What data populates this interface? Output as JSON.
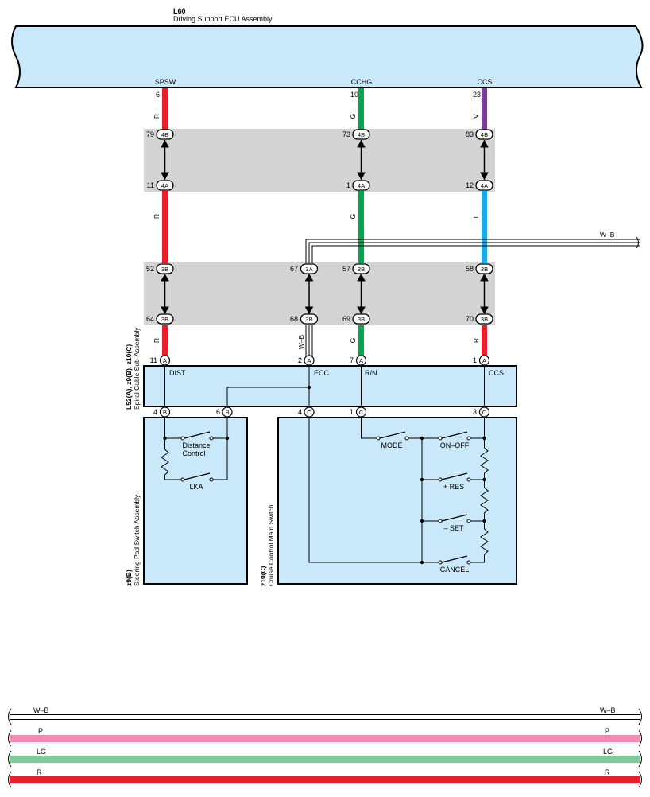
{
  "ecu": {
    "code": "L60",
    "name": "Driving Support ECU Assembly"
  },
  "spiral": {
    "code": "L52(A), z9(B), z10(C)",
    "name": "Spiral Cable Sub-Assembly"
  },
  "steering_pad": {
    "code": "z9(B)",
    "name": "Steering Pad Switch Assembly"
  },
  "cruise_main": {
    "code": "z10(C)",
    "name": "Cruise Control Main Switch"
  },
  "pins": {
    "spsw": "SPSW",
    "cchg": "CCHG",
    "ccs": "CCS",
    "dist": "DIST",
    "ecc": "ECC",
    "rn": "R/N",
    "ccs2": "CCS"
  },
  "wires": {
    "c1_top": "6",
    "c1_top_color": "R",
    "c1_mid_color": "R",
    "c1_bot_color": "R",
    "c2_top": "10",
    "c2_top_color": "G",
    "c2_mid_color": "G",
    "c2_bot_color": "G",
    "c3_top": "23",
    "c3_top_color": "V",
    "c3_mid_color": "L",
    "c3_bot_color": "R",
    "wb_color": "W–B",
    "wb_branch": "W–B"
  },
  "connectors": {
    "j79": "79",
    "j73": "73",
    "j83": "83",
    "j11": "11",
    "j1": "1",
    "j12": "12",
    "j52": "52",
    "j67": "67",
    "j57": "57",
    "j58": "58",
    "j64": "64",
    "j68": "68",
    "j69": "69",
    "j70": "70",
    "s11": "11",
    "s2": "2",
    "s7": "7",
    "s1": "1",
    "b4": "4",
    "b6": "6",
    "c4": "4",
    "c1": "1",
    "c3": "3",
    "tag4b": "4B",
    "tag4a": "4A",
    "tag3b": "3B",
    "tag3a": "3A",
    "tagA": "A",
    "tagB": "B",
    "tagC": "C"
  },
  "switches": {
    "distance_control_1": "Distance",
    "distance_control_2": "Control",
    "lka": "LKA",
    "mode": "MODE",
    "on_off": "ON–OFF",
    "res": "+ RES",
    "set": "– SET",
    "cancel": "CANCEL"
  },
  "bottom_legend": [
    {
      "label": "W–B",
      "color": "#ffffff"
    },
    {
      "label": "P",
      "color": "#f08cb4"
    },
    {
      "label": "LG",
      "color": "#7fc99a"
    },
    {
      "label": "R",
      "color": "#e8202a"
    }
  ],
  "colors": {
    "ecu_fill": "#c9e8f9",
    "band_fill": "#d3d3d3",
    "red": "#e8202a",
    "green": "#00a650",
    "violet": "#7b3f98",
    "blue": "#1ba9e8"
  }
}
